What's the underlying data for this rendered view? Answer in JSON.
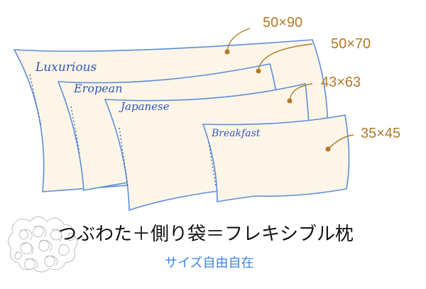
{
  "pillows": [
    {
      "name": "Luxurious",
      "size": "50×90"
    },
    {
      "name": "Eropean",
      "size": "50×70"
    },
    {
      "name": "Japanese",
      "size": "43×63"
    },
    {
      "name": "Breakfast",
      "size": "35×45"
    }
  ],
  "tagline": {
    "line1": "つぶわた＋側り袋＝フレキシブル枕",
    "line2": "サイズ自由自在"
  },
  "colors": {
    "outline": "#5b8fd6",
    "fill": "#fdf5e8",
    "label": "#2f56b8",
    "dimension": "#b07a2a",
    "stuffing": "#b8b8b8",
    "ink": "#111111",
    "accent_text": "#3d86e0"
  }
}
